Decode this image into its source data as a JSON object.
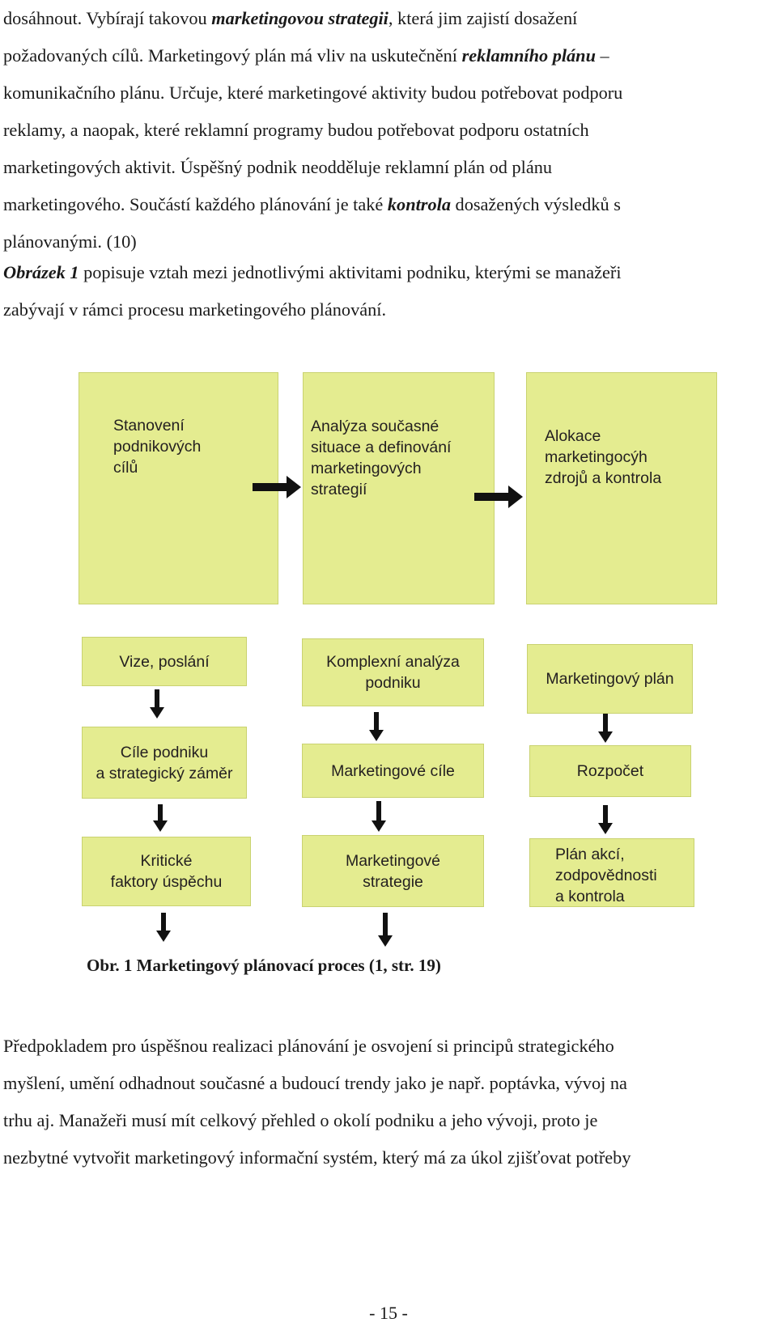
{
  "text": {
    "p1_l1_a": "dosáhnout. Vybírají takovou ",
    "p1_l1_b": "marketingovou strategii",
    "p1_l1_c": ", která jim zajistí dosažení",
    "p1_l2_a": "požadovaných cílů. Marketingový plán má vliv na uskutečnění ",
    "p1_l2_b": "reklamního plánu",
    "p1_l2_c": " –",
    "p1_l3": "komunikačního plánu. Určuje, které marketingové aktivity budou potřebovat podporu",
    "p1_l4": "reklamy, a naopak, které reklamní programy budou potřebovat podporu ostatních",
    "p1_l5": "marketingových aktivit. Úspěšný podnik neodděluje reklamní plán od plánu",
    "p1_l6_a": "marketingového. Součástí každého plánování je také ",
    "p1_l6_b": "kontrola",
    "p1_l6_c": " dosažených výsledků s",
    "p1_l7": "plánovanými. (10)",
    "p2_l1_a": "Obrázek 1",
    "p2_l1_b": " popisuje vztah mezi jednotlivými aktivitami podniku, kterými se manažeři",
    "p2_l2": "zabývají v rámci procesu marketingového plánování.",
    "p3_l1": "Předpokladem pro úspěšnou realizaci plánování je osvojení si principů strategického",
    "p3_l2": "myšlení, umění odhadnout současné a budoucí trendy jako je např. poptávka, vývoj na",
    "p3_l3": "trhu aj. Manažeři musí mít celkový přehled o okolí podniku a jeho vývoji, proto je",
    "p3_l4": "nezbytné vytvořit marketingový informační systém, který má za úkol zjišťovat potřeby"
  },
  "figure": {
    "top_boxes": [
      "Stanovení\npodnikových\ncílů",
      "Analýza současné\nsituace a definování\nmarketingových\nstrategií",
      "Alokace\nmarketingocýh\nzdrojů a kontrola"
    ],
    "columns": [
      [
        "Vize, poslání",
        "Cíle podniku\na strategický záměr",
        "Kritické\nfaktory úspěchu"
      ],
      [
        "Komplexní analýza\npodniku",
        "Marketingové cíle",
        "Marketingové\nstrategie"
      ],
      [
        "Marketingový plán",
        "Rozpočet",
        "Plán akcí,\nzodpovědnosti\na kontrola"
      ]
    ],
    "box_color": "#e4ec90",
    "arrow_color": "#111111",
    "caption": "Obr. 1 Marketingový plánovací proces (1, str. 19)"
  },
  "page_number": "- 15 -"
}
